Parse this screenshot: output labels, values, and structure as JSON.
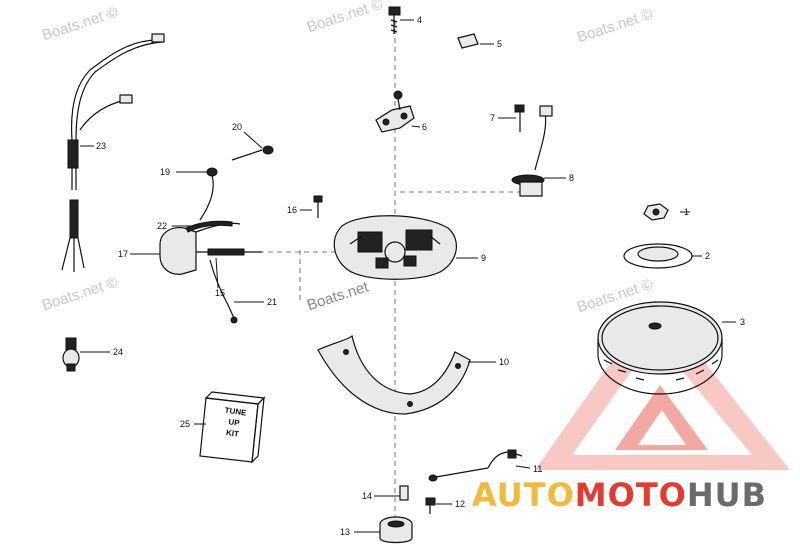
{
  "watermarks": [
    "Boats.net ©",
    "Boats.net ©",
    "Boats.net ©",
    "Boats.net ©",
    "Boats.net",
    "Boats.net ©"
  ],
  "callouts": [
    "1",
    "2",
    "3",
    "4",
    "5",
    "6",
    "7",
    "8",
    "9",
    "10",
    "11",
    "12",
    "13",
    "14",
    "15",
    "16",
    "17",
    "19",
    "20",
    "21",
    "22",
    "23",
    "24",
    "25"
  ],
  "kit_box": {
    "line1": "TUNE",
    "line2": "UP",
    "line3": "KIT"
  },
  "brand": {
    "part1": "AUTO",
    "part2": "MOTO",
    "part3": "HUB",
    "colors": {
      "auto": "#f2b93b",
      "moto": "#e63a2e",
      "hub": "#6b6b6b",
      "triangle": "#e63a2e"
    }
  }
}
